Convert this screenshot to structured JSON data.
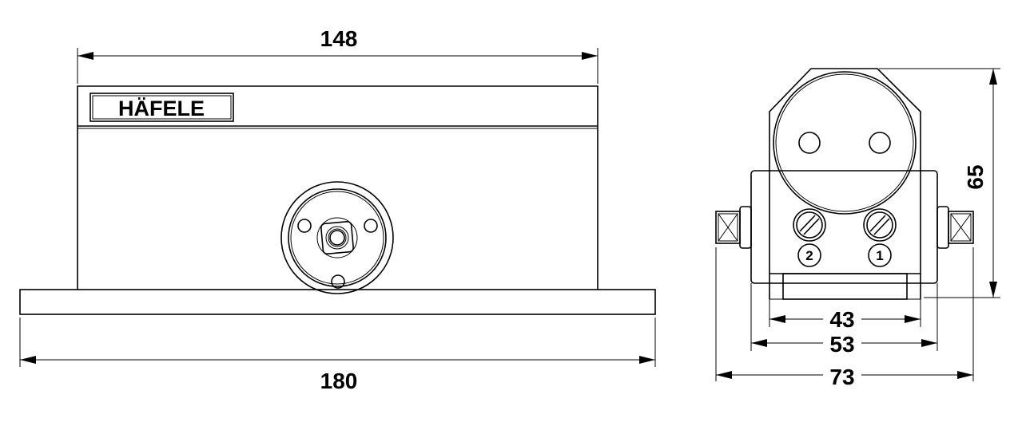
{
  "logo": {
    "text": "HÄFELE"
  },
  "front_view": {
    "dim_top": "148",
    "dim_bottom": "180"
  },
  "side_view": {
    "dim_height": "65",
    "dim_inner": "43",
    "dim_middle": "53",
    "dim_outer": "73",
    "adjuster_labels": [
      "2",
      "1"
    ]
  },
  "colors": {
    "line": "#000000",
    "background": "#ffffff"
  }
}
